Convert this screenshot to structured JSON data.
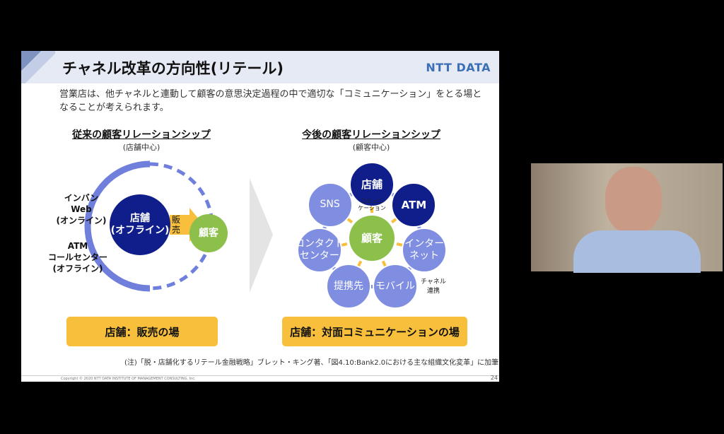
{
  "slide": {
    "title": "チャネル改革の方向性(リテール)",
    "logo": "NTT DATA",
    "lead": "営業店は、他チャネルと連動して顧客の意思決定過程の中で適切な「コミュニケーション」をとる場となることが考えられます。",
    "left": {
      "heading": "従来の顧客リレーションシップ",
      "sub": "(店舗中心)",
      "online_label": "インバン\nWeb\n(オンライン)",
      "offline_label": "ATM\nコールセンター\n(オフライン)",
      "center": "店舗\n(オフライン)",
      "arrow": "販\n売",
      "customer": "顧客",
      "box": "店舗：販売の場"
    },
    "right": {
      "heading": "今後の顧客リレーションシップ",
      "sub": "(顧客中心)",
      "center": "顧客",
      "comm": "コミュニ\nケーション",
      "channel_link": "チャネル\n連携",
      "box": "店舗：対面コミュニケーションの場",
      "nodes": [
        "店舗",
        "ATM",
        "インター\nネット",
        "モバイル",
        "提携先",
        "コンタクト\nセンター",
        "SNS"
      ]
    },
    "note": "(注)「脱・店舗化するリテール金融戦略」ブレット・キング著、「図4.10:Bank2.0における主な組織文化変革」に加筆",
    "copyright": "Copyright © 2020 NTT DATA INSTITUTE OF MANAGEMENT CONSULTING, Inc.",
    "page": "24"
  },
  "colors": {
    "dark": "#0f1e8a",
    "node": "#7f8ee0",
    "green": "#8cc04a",
    "box": "#f7bf3b"
  }
}
